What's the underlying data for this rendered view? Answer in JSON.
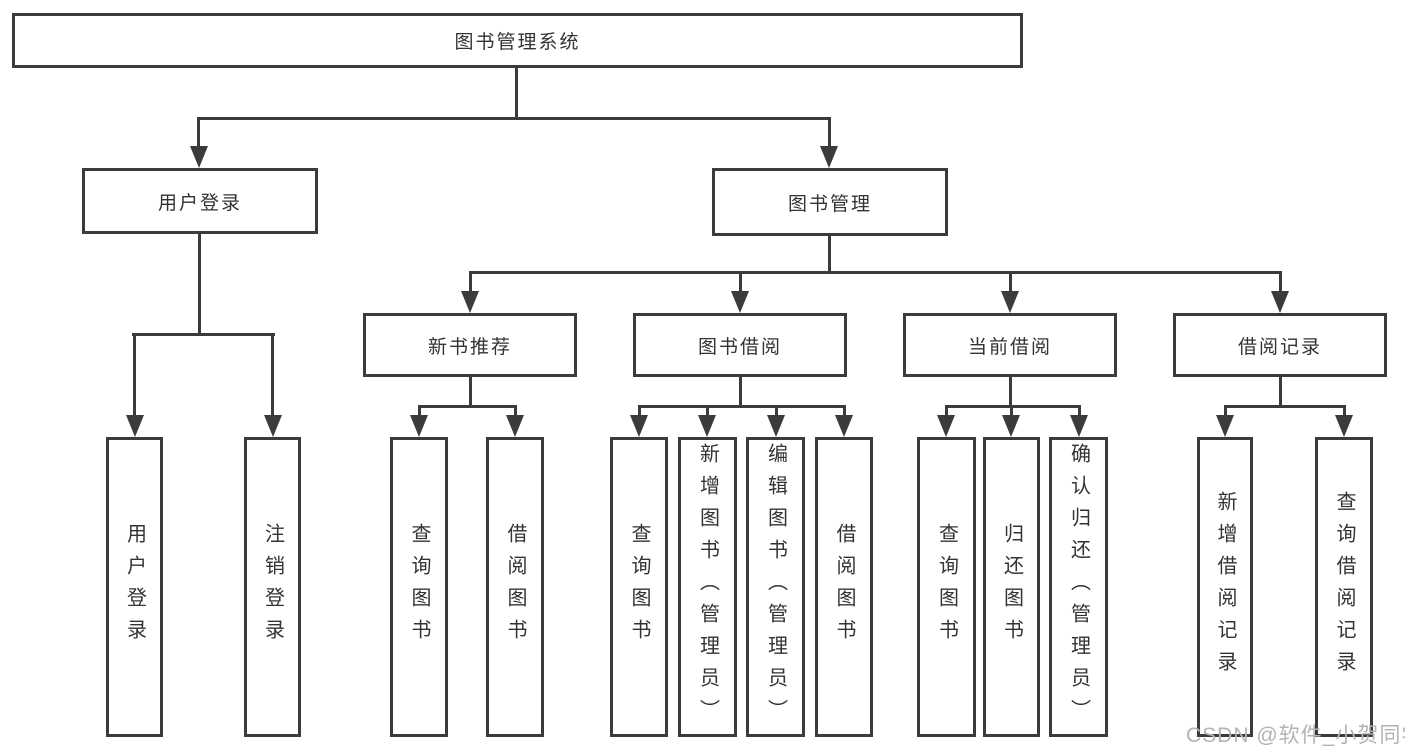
{
  "diagram_title": "图书管理系统",
  "tree": {
    "root": {
      "label": "图书管理系统"
    },
    "branches": [
      {
        "label": "用户登录",
        "children": [
          {
            "label": "用户登录"
          },
          {
            "label": "注销登录"
          }
        ]
      },
      {
        "label": "图书管理",
        "children": [
          {
            "label": "新书推荐",
            "children": [
              {
                "label": "查询图书"
              },
              {
                "label": "借阅图书"
              }
            ]
          },
          {
            "label": "图书借阅",
            "children": [
              {
                "label": "查询图书"
              },
              {
                "label": "新增图书（管理员）"
              },
              {
                "label": "编辑图书（管理员）"
              },
              {
                "label": "借阅图书"
              }
            ]
          },
          {
            "label": "当前借阅",
            "children": [
              {
                "label": "查询图书"
              },
              {
                "label": "归还图书"
              },
              {
                "label": "确认归还（管理员）"
              }
            ]
          },
          {
            "label": "借阅记录",
            "children": [
              {
                "label": "新增借阅记录"
              },
              {
                "label": "查询借阅记录"
              }
            ]
          }
        ]
      }
    ]
  },
  "watermark": {
    "text": "CSDN @软件_小贺同学"
  },
  "colors": {
    "line": "#3b3b3b",
    "text": "#333333",
    "background": "#ffffff",
    "watermark": "#b3b3b3"
  }
}
